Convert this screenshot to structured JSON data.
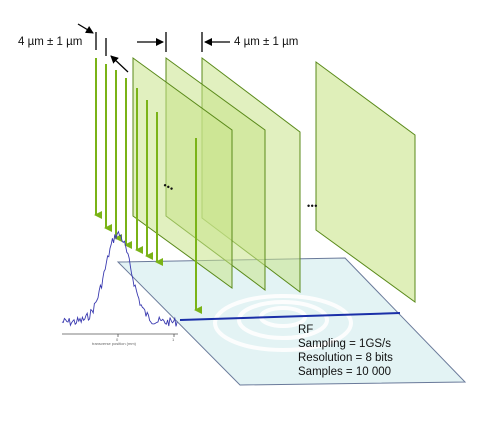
{
  "labels": {
    "spacing_left": "4 µm ± 1 µm",
    "spacing_right": "4 µm ± 1 µm",
    "ellipsis_inner": "• • •",
    "ellipsis_outer": "• • •"
  },
  "rf_box": {
    "title": "RF",
    "sampling": "Sampling =  1GS/s",
    "resolution": "Resolution = 8 bits",
    "samples": "Samples = 10 000"
  },
  "profile_plot": {
    "xlabel": "transverse position  (mm)",
    "ticks": [
      "0",
      "1"
    ]
  },
  "colors": {
    "arrow_green": "#7ab317",
    "sheet_fill": "#c9e48a",
    "sheet_stroke": "#5a8a1a",
    "detector_fill": "#e3f3f4",
    "signal_blue": "#3a3ab0",
    "beam_line": "#1a2fa8"
  }
}
